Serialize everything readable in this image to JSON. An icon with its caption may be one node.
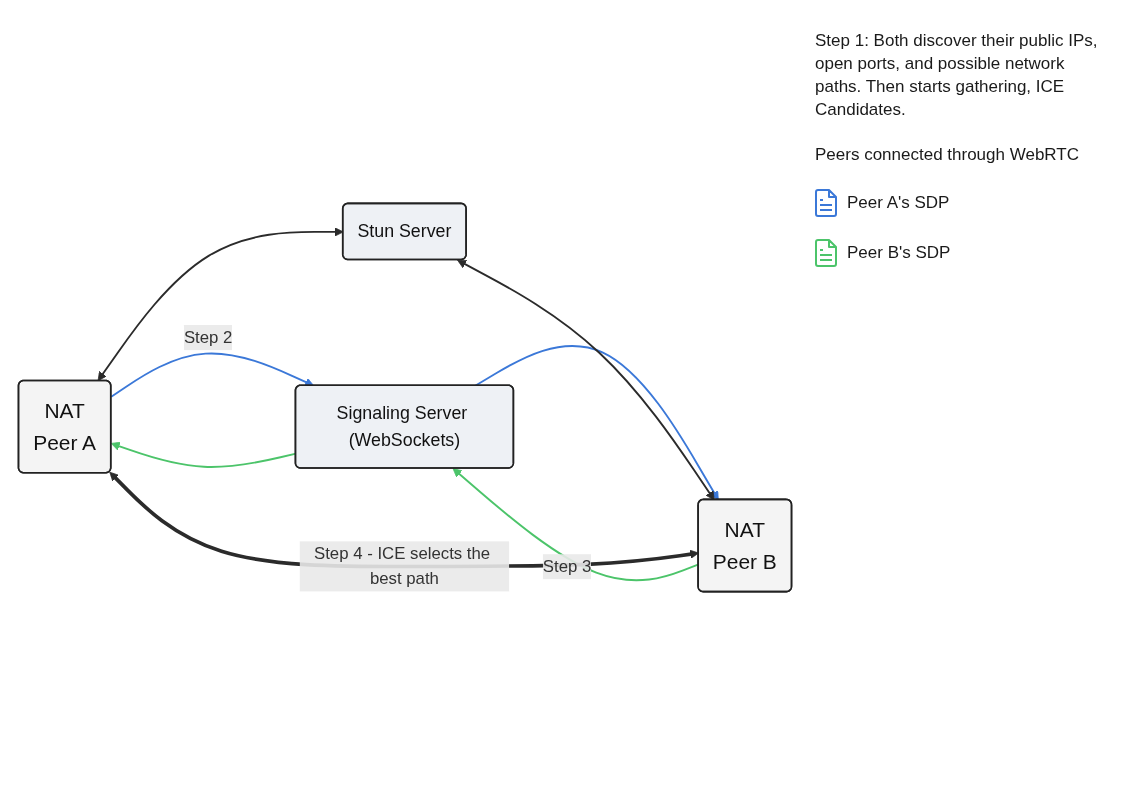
{
  "diagram": {
    "nodes": [
      {
        "text": [
          "Stun Server"
        ]
      },
      {
        "text": [
          "NAT",
          "Peer A"
        ]
      },
      {
        "text": [
          "NAT",
          "Peer B"
        ]
      },
      {
        "text": [
          "Signaling Server (WebSockets)"
        ]
      }
    ],
    "edges": [
      {
        "from": 1,
        "to": 3,
        "arrow": "to",
        "label": "Step 2",
        "color": "#3b78d8"
      },
      {
        "from": 3,
        "to": 2,
        "arrow": "to",
        "color": "#3b78d8"
      },
      {
        "from": 2,
        "to": 3,
        "arrow": "to",
        "label": "Step 3",
        "color": "#4cc46a"
      },
      {
        "from": 3,
        "to": 1,
        "arrow": "to",
        "color": "#4cc46a"
      },
      {
        "from": 1,
        "to": 0,
        "arrow": "both"
      },
      {
        "from": 0,
        "to": 2,
        "arrow": "both"
      },
      {
        "from": 1,
        "to": 2,
        "arrow": "both",
        "style": "thick",
        "label": "Step 4 - ICE selects the best path"
      }
    ],
    "labels": [
      "Step 1: Both discover their public IPs, open ports, and possible network paths. Then starts gathering, ICE Candidates.",
      "Peers connected through WebRTC",
      "Peer A's SDP",
      "Peer B's SDP"
    ]
  }
}
